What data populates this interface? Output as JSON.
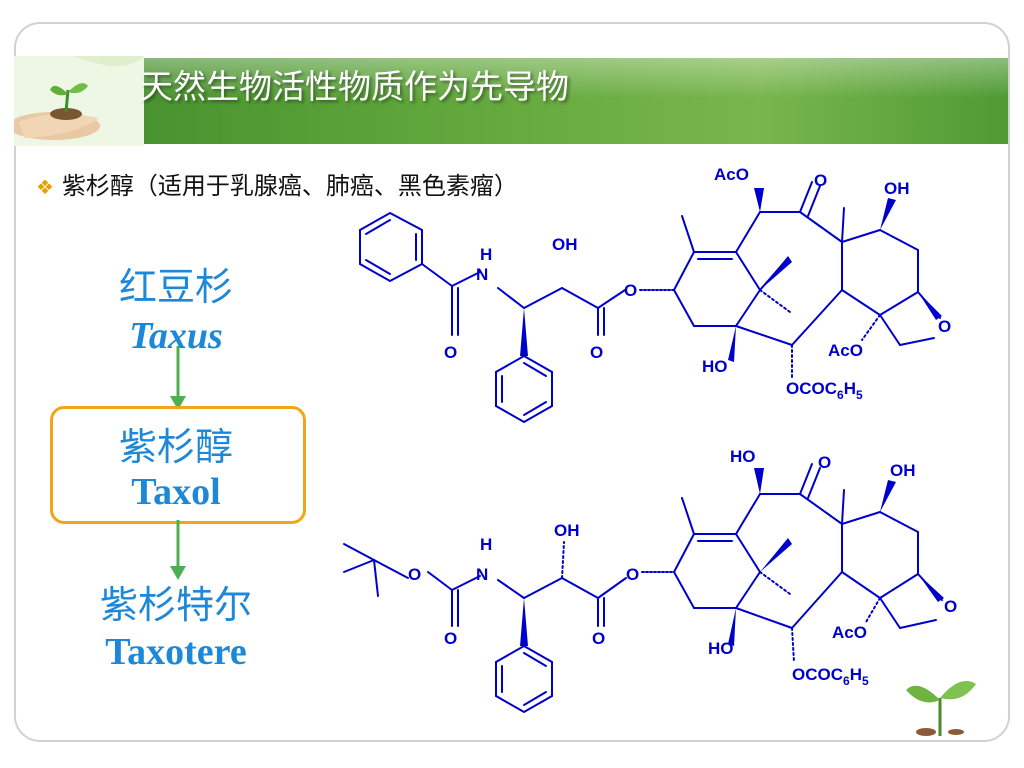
{
  "slide": {
    "title": "天然生物活性物质作为先导物",
    "bullet": {
      "icon": "diamond-bullet-icon",
      "text": "紫杉醇（适用于乳腺癌、肺癌、黑色素瘤）"
    }
  },
  "flow": {
    "source": {
      "cn": "红豆杉",
      "en": "Taxus"
    },
    "lead": {
      "cn": "紫杉醇",
      "en": "Taxol"
    },
    "derivative": {
      "cn": "紫杉特尔",
      "en": "Taxotere"
    }
  },
  "structures": {
    "taxol": {
      "labels": {
        "nh_h": "H",
        "nh_n": "N",
        "oh_side": "OH",
        "ester_o": "O",
        "carbonyl_o1": "O",
        "carbonyl_o2": "O",
        "aco_top": "AcO",
        "keto_o": "O",
        "oh_top": "OH",
        "oxetane_o": "O",
        "aco_bottom": "AcO",
        "ho_bottom": "HO",
        "benzoate_pre": "OCOC",
        "benzoate_sub1": "6",
        "benzoate_mid": "H",
        "benzoate_sub2": "5"
      }
    },
    "taxotere": {
      "labels": {
        "boc_o": "O",
        "boc_carbonyl_o": "O",
        "nh_h": "H",
        "nh_n": "N",
        "oh_side": "OH",
        "ester_o": "O",
        "carbonyl_o2": "O",
        "ho_top": "HO",
        "keto_o": "O",
        "oh_top": "OH",
        "oxetane_o": "O",
        "aco_bottom": "AcO",
        "ho_bottom": "HO",
        "benzoate_pre": "OCOC",
        "benzoate_sub1": "6",
        "benzoate_mid": "H",
        "benzoate_sub2": "5"
      }
    }
  },
  "colors": {
    "structure": "#0000cc",
    "names": "#1e88d8",
    "arrow": "#4cb050",
    "box": "#f2a51a",
    "header": "#5ea53a"
  }
}
